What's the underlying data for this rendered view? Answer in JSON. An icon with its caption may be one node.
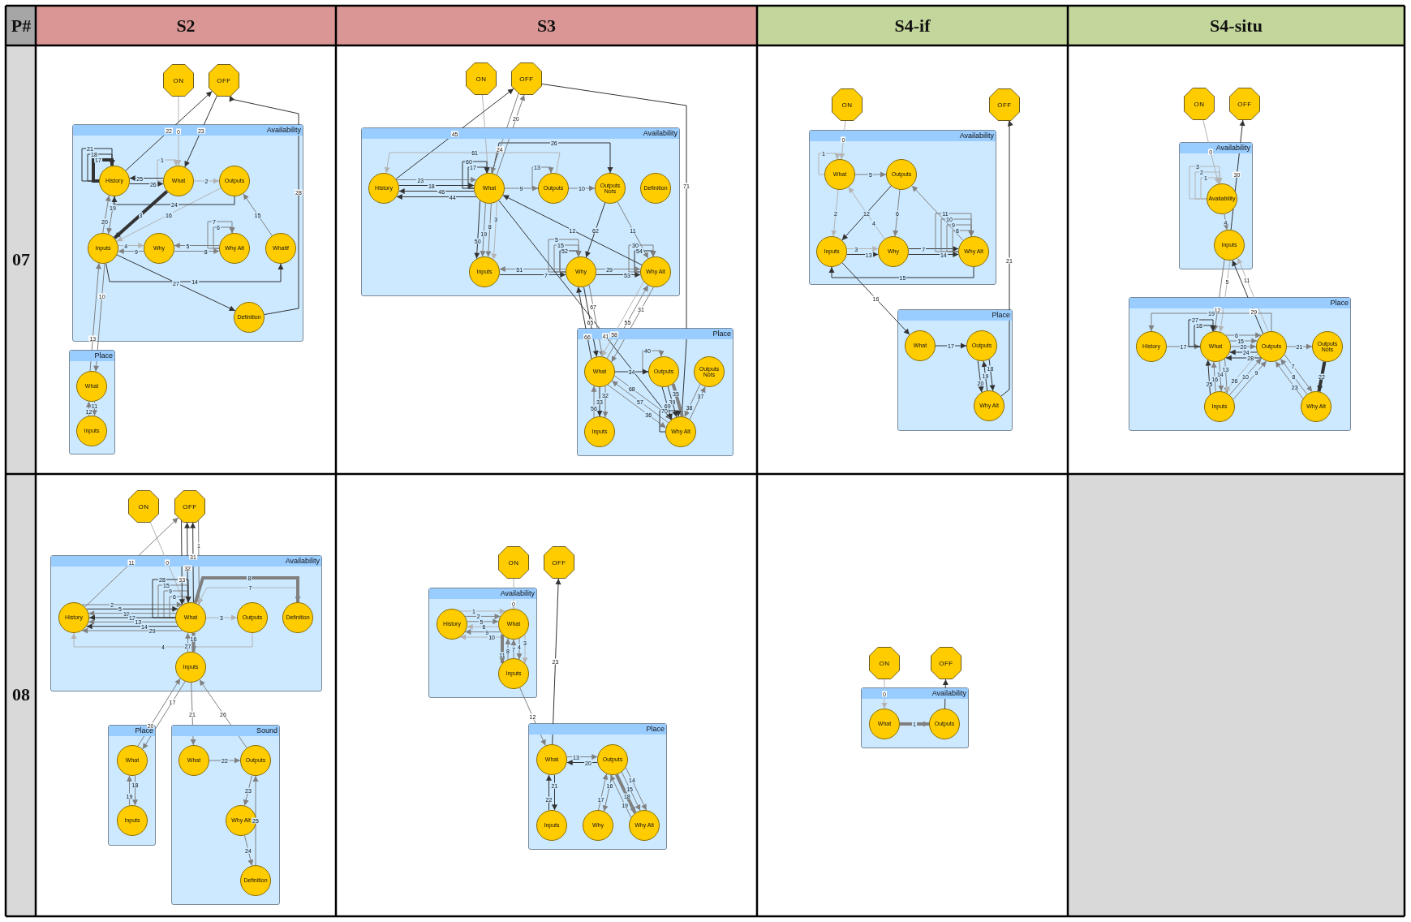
{
  "diagram": {
    "nodes": [
      {
        "text": [
          "ON"
        ]
      },
      {
        "text": [
          "OFF"
        ]
      },
      {
        "text": [
          "Availability"
        ]
      },
      {
        "text": [
          "History"
        ],
        "in": 2
      },
      {
        "text": [
          "What"
        ],
        "in": 2
      },
      {
        "text": [
          "Outputs"
        ],
        "in": 2
      },
      {
        "text": [
          "Inputs"
        ],
        "in": 2
      },
      {
        "text": [
          "Why"
        ],
        "in": 2
      },
      {
        "text": [
          "Why Alt"
        ],
        "in": 2
      },
      {
        "text": [
          "Whatif"
        ],
        "in": 2
      },
      {
        "text": [
          "Definition"
        ],
        "in": 2
      },
      {
        "text": [
          "Place"
        ]
      },
      {
        "text": [
          "What"
        ],
        "in": 11
      },
      {
        "text": [
          "Inputs"
        ],
        "in": 11
      },
      {
        "text": [
          "ON"
        ]
      },
      {
        "text": [
          "OFF"
        ]
      },
      {
        "text": [
          "Availability"
        ]
      },
      {
        "text": [
          "History"
        ],
        "in": 16
      },
      {
        "text": [
          "What"
        ],
        "in": 16
      },
      {
        "text": [
          "Outputs"
        ],
        "in": 16
      },
      {
        "text": [
          "Outputs Nots"
        ],
        "in": 16
      },
      {
        "text": [
          "Definition"
        ],
        "in": 16
      },
      {
        "text": [
          "Inputs"
        ],
        "in": 16
      },
      {
        "text": [
          "Why"
        ],
        "in": 16
      },
      {
        "text": [
          "Why Alt"
        ],
        "in": 16
      },
      {
        "text": [
          "Place"
        ]
      },
      {
        "text": [
          "What"
        ],
        "in": 25
      },
      {
        "text": [
          "Outputs"
        ],
        "in": 25
      },
      {
        "text": [
          "Outputs Nots"
        ],
        "in": 25
      },
      {
        "text": [
          "Inputs"
        ],
        "in": 25
      },
      {
        "text": [
          "Why Alt"
        ],
        "in": 25
      },
      {
        "text": [
          "ON"
        ]
      },
      {
        "text": [
          "OFF"
        ]
      },
      {
        "text": [
          "Availability"
        ]
      },
      {
        "text": [
          "What"
        ],
        "in": 33
      },
      {
        "text": [
          "Outputs"
        ],
        "in": 33
      },
      {
        "text": [
          "Inputs"
        ],
        "in": 33
      },
      {
        "text": [
          "Why"
        ],
        "in": 33
      },
      {
        "text": [
          "Why Alt"
        ],
        "in": 33
      },
      {
        "text": [
          "Place"
        ]
      },
      {
        "text": [
          "What"
        ],
        "in": 39
      },
      {
        "text": [
          "Outputs"
        ],
        "in": 39
      },
      {
        "text": [
          "Why Alt"
        ],
        "in": 39
      },
      {
        "text": [
          "ON"
        ]
      },
      {
        "text": [
          "OFF"
        ]
      },
      {
        "text": [
          "Availability"
        ]
      },
      {
        "text": [
          "Availability"
        ],
        "in": 45
      },
      {
        "text": [
          "Inputs"
        ],
        "in": 45
      },
      {
        "text": [
          "Place"
        ]
      },
      {
        "text": [
          "History"
        ],
        "in": 48
      },
      {
        "text": [
          "What"
        ],
        "in": 48
      },
      {
        "text": [
          "Outputs"
        ],
        "in": 48
      },
      {
        "text": [
          "Outputs Nots"
        ],
        "in": 48
      },
      {
        "text": [
          "Inputs"
        ],
        "in": 48
      },
      {
        "text": [
          "Why Alt"
        ],
        "in": 48
      },
      {
        "text": [
          "ON"
        ]
      },
      {
        "text": [
          "OFF"
        ]
      },
      {
        "text": [
          "Availability"
        ]
      },
      {
        "text": [
          "History"
        ],
        "in": 57
      },
      {
        "text": [
          "What"
        ],
        "in": 57
      },
      {
        "text": [
          "Outputs"
        ],
        "in": 57
      },
      {
        "text": [
          "Definition"
        ],
        "in": 57
      },
      {
        "text": [
          "Inputs"
        ],
        "in": 57
      },
      {
        "text": [
          "Place"
        ]
      },
      {
        "text": [
          "What"
        ],
        "in": 63
      },
      {
        "text": [
          "Inputs"
        ],
        "in": 63
      },
      {
        "text": [
          "Sound"
        ]
      },
      {
        "text": [
          "What"
        ],
        "in": 66
      },
      {
        "text": [
          "Outputs"
        ],
        "in": 66
      },
      {
        "text": [
          "Why Alt"
        ],
        "in": 66
      },
      {
        "text": [
          "Definition"
        ],
        "in": 66
      },
      {
        "text": [
          "ON"
        ]
      },
      {
        "text": [
          "OFF"
        ]
      },
      {
        "text": [
          "Availability"
        ]
      },
      {
        "text": [
          "History"
        ],
        "in": 73
      },
      {
        "text": [
          "What"
        ],
        "in": 73
      },
      {
        "text": [
          "Inputs"
        ],
        "in": 73
      },
      {
        "text": [
          "Place"
        ]
      },
      {
        "text": [
          "What"
        ],
        "in": 77
      },
      {
        "text": [
          "Outputs"
        ],
        "in": 77
      },
      {
        "text": [
          "Inputs"
        ],
        "in": 77
      },
      {
        "text": [
          "Why"
        ],
        "in": 77
      },
      {
        "text": [
          "Why Alt"
        ],
        "in": 77
      },
      {
        "text": [
          "ON"
        ]
      },
      {
        "text": [
          "OFF"
        ]
      },
      {
        "text": [
          "Availability"
        ]
      },
      {
        "text": [
          "What"
        ],
        "in": 85
      },
      {
        "text": [
          "Outputs"
        ],
        "in": 85
      }
    ],
    "edges": [
      {
        "from": 0,
        "to": 4,
        "arrow": "to",
        "label": "0",
        "color": "#b3b3b3"
      },
      {
        "from": 4,
        "to": 4,
        "arrow": "to",
        "label": "1",
        "color": "#b3b3b3"
      },
      {
        "from": 4,
        "to": 5,
        "arrow": "to",
        "label": "2",
        "color": "#b3b3b3"
      },
      {
        "from": 4,
        "to": 6,
        "arrow": "to",
        "label": "3",
        "style": "thick"
      },
      {
        "from": 6,
        "to": 7,
        "arrow": "to",
        "label": "4",
        "color": "#b3b3b3"
      },
      {
        "from": 8,
        "to": 7,
        "arrow": "to",
        "label": "5",
        "color": "#808080"
      },
      {
        "from": 8,
        "to": 8,
        "arrow": "to",
        "label": "6",
        "color": "#808080"
      },
      {
        "from": 8,
        "to": 8,
        "arrow": "to",
        "label": "7",
        "color": "#808080"
      },
      {
        "from": 7,
        "to": 8,
        "arrow": "to",
        "label": "8",
        "color": "#808080"
      },
      {
        "from": 7,
        "to": 6,
        "arrow": "to",
        "label": "9",
        "color": "#808080"
      },
      {
        "from": 6,
        "to": 12,
        "arrow": "to",
        "label": "10",
        "color": "#808080"
      },
      {
        "from": 12,
        "to": 13,
        "arrow": "to",
        "label": "11",
        "color": "#808080"
      },
      {
        "from": 13,
        "to": 12,
        "arrow": "to",
        "label": "12",
        "color": "#808080"
      },
      {
        "from": 12,
        "to": 6,
        "arrow": "to",
        "label": "13",
        "color": "#808080"
      },
      {
        "from": 6,
        "to": 9,
        "arrow": "to",
        "label": "14"
      },
      {
        "from": 9,
        "to": 5,
        "arrow": "to",
        "label": "15",
        "color": "#808080"
      },
      {
        "from": 5,
        "to": 6,
        "arrow": "to",
        "label": "16",
        "color": "#b3b3b3"
      },
      {
        "from": 3,
        "to": 3,
        "arrow": "to",
        "label": "17",
        "style": "thick"
      },
      {
        "from": 3,
        "to": 3,
        "arrow": "to",
        "label": "18"
      },
      {
        "from": 3,
        "to": 6,
        "arrow": "to",
        "label": "19",
        "color": "#808080"
      },
      {
        "from": 6,
        "to": 3,
        "arrow": "to",
        "label": "20",
        "color": "#808080"
      },
      {
        "from": 3,
        "to": 3,
        "arrow": "to",
        "label": "21"
      },
      {
        "from": 3,
        "to": 1,
        "arrow": "to",
        "label": "22"
      },
      {
        "from": 1,
        "to": 4,
        "arrow": "to",
        "label": "23"
      },
      {
        "from": 5,
        "to": 3,
        "arrow": "to",
        "label": "24"
      },
      {
        "from": 4,
        "to": 3,
        "arrow": "to",
        "label": "25"
      },
      {
        "from": 3,
        "to": 4,
        "arrow": "to",
        "label": "26"
      },
      {
        "from": 6,
        "to": 10,
        "arrow": "to",
        "label": "27"
      },
      {
        "from": 10,
        "to": 1,
        "arrow": "to",
        "label": "28"
      },
      {
        "from": 14,
        "to": 18,
        "arrow": "to",
        "color": "#b3b3b3"
      },
      {
        "from": 17,
        "to": 15,
        "arrow": "to",
        "label": "45"
      },
      {
        "from": 18,
        "to": 18,
        "arrow": "to",
        "label": "17"
      },
      {
        "from": 18,
        "to": 18,
        "arrow": "to",
        "label": "60"
      },
      {
        "from": 19,
        "to": 19,
        "arrow": "to",
        "label": "13",
        "color": "#808080"
      },
      {
        "from": 19,
        "to": 17,
        "arrow": "to",
        "label": "61",
        "color": "#b3b3b3"
      },
      {
        "from": 18,
        "to": 20,
        "arrow": "to",
        "label": "26"
      },
      {
        "from": 19,
        "to": 20,
        "arrow": "to",
        "label": "10",
        "color": "#808080"
      },
      {
        "from": 18,
        "to": 19,
        "arrow": "to",
        "label": "9",
        "color": "#808080"
      },
      {
        "from": 17,
        "to": 18,
        "arrow": "to",
        "label": "23",
        "color": "#808080"
      },
      {
        "from": 17,
        "to": 18,
        "arrow": "to",
        "label": "18"
      },
      {
        "from": 18,
        "to": 17,
        "arrow": "to",
        "label": "46"
      },
      {
        "from": 18,
        "to": 17,
        "arrow": "to",
        "label": "44"
      },
      {
        "from": 18,
        "to": 22,
        "arrow": "to",
        "label": "3",
        "color": "#b3b3b3"
      },
      {
        "from": 18,
        "to": 22,
        "arrow": "to",
        "label": "8",
        "color": "#808080"
      },
      {
        "from": 18,
        "to": 22,
        "arrow": "to",
        "label": "19",
        "color": "#808080"
      },
      {
        "from": 18,
        "to": 22,
        "arrow": "to",
        "label": "50"
      },
      {
        "from": 23,
        "to": 23,
        "arrow": "to",
        "label": "52"
      },
      {
        "from": 23,
        "to": 23,
        "arrow": "to",
        "label": "15",
        "color": "#808080"
      },
      {
        "from": 23,
        "to": 23,
        "arrow": "to",
        "label": "5",
        "color": "#808080"
      },
      {
        "from": 24,
        "to": 24,
        "arrow": "to",
        "label": "54"
      },
      {
        "from": 24,
        "to": 24,
        "arrow": "to",
        "label": "30",
        "color": "#808080"
      },
      {
        "from": 20,
        "to": 23,
        "arrow": "to",
        "label": "62"
      },
      {
        "from": 24,
        "to": 18,
        "arrow": "to",
        "label": "12"
      },
      {
        "from": 20,
        "to": 24,
        "arrow": "to",
        "label": "11",
        "color": "#808080"
      },
      {
        "from": 23,
        "to": 24,
        "arrow": "to",
        "label": "29",
        "color": "#808080"
      },
      {
        "from": 23,
        "to": 24,
        "arrow": "to",
        "label": "53"
      },
      {
        "from": 23,
        "to": 22,
        "arrow": "to",
        "label": "51",
        "color": "#808080"
      },
      {
        "from": 22,
        "to": 23,
        "arrow": "to",
        "label": "7"
      },
      {
        "from": 30,
        "to": 15,
        "arrow": "to",
        "label": "71"
      },
      {
        "from": 18,
        "to": 30,
        "arrow": "to",
        "label": "41"
      },
      {
        "from": 23,
        "to": 26,
        "arrow": "to",
        "label": "67",
        "color": "#808080"
      },
      {
        "from": 24,
        "to": 26,
        "arrow": "to",
        "label": "31",
        "color": "#808080"
      },
      {
        "from": 26,
        "to": 24,
        "arrow": "to",
        "label": "55",
        "color": "#808080"
      },
      {
        "from": 24,
        "to": 26,
        "arrow": "to",
        "label": "58",
        "color": "#b3b3b3"
      },
      {
        "from": 23,
        "to": 26,
        "arrow": "to",
        "label": "65"
      },
      {
        "from": 26,
        "to": 23,
        "arrow": "to",
        "label": "66"
      },
      {
        "from": 27,
        "to": 27,
        "arrow": "to",
        "label": "40",
        "color": "#808080"
      },
      {
        "from": 26,
        "to": 27,
        "arrow": "to",
        "label": "34"
      },
      {
        "from": 26,
        "to": 30,
        "arrow": "to",
        "label": "68",
        "color": "#808080"
      },
      {
        "from": 26,
        "to": 29,
        "arrow": "to",
        "label": "32",
        "color": "#808080"
      },
      {
        "from": 26,
        "to": 29,
        "arrow": "to",
        "label": "33"
      },
      {
        "from": 29,
        "to": 26,
        "arrow": "to",
        "label": "56",
        "color": "#808080"
      },
      {
        "from": 30,
        "to": 26,
        "arrow": "to",
        "label": "57",
        "color": "#808080"
      },
      {
        "from": 26,
        "to": 30,
        "arrow": "to",
        "label": "36",
        "color": "#808080"
      },
      {
        "from": 27,
        "to": 30,
        "arrow": "to",
        "label": "35",
        "color": "#808080",
        "style": "thick"
      },
      {
        "from": 27,
        "to": 30,
        "arrow": "to",
        "label": "39"
      },
      {
        "from": 30,
        "to": 30,
        "arrow": "to",
        "label": "70"
      },
      {
        "from": 27,
        "to": 30,
        "arrow": "to",
        "label": "69"
      },
      {
        "from": 30,
        "to": 28,
        "arrow": "to",
        "label": "37",
        "color": "#808080"
      },
      {
        "from": 28,
        "to": 30,
        "arrow": "to",
        "label": "38",
        "color": "#808080"
      },
      {
        "from": 18,
        "to": 15,
        "arrow": "to",
        "label": "20",
        "color": "#808080"
      },
      {
        "from": 15,
        "to": 18,
        "arrow": "to",
        "label": "24",
        "color": "#808080"
      },
      {
        "from": 31,
        "to": 34,
        "arrow": "to",
        "label": "0",
        "color": "#b3b3b3"
      },
      {
        "from": 34,
        "to": 34,
        "arrow": "to",
        "label": "1",
        "color": "#b3b3b3"
      },
      {
        "from": 34,
        "to": 36,
        "arrow": "to",
        "label": "2",
        "color": "#b3b3b3"
      },
      {
        "from": 36,
        "to": 37,
        "arrow": "to",
        "label": "3",
        "color": "#b3b3b3"
      },
      {
        "from": 37,
        "to": 34,
        "arrow": "to",
        "label": "4",
        "color": "#b3b3b3"
      },
      {
        "from": 34,
        "to": 35,
        "arrow": "to",
        "label": "5",
        "color": "#808080"
      },
      {
        "from": 35,
        "to": 37,
        "arrow": "to",
        "label": "6",
        "color": "#808080"
      },
      {
        "from": 37,
        "to": 38,
        "arrow": "to",
        "label": "7"
      },
      {
        "from": 38,
        "to": 38,
        "arrow": "to",
        "label": "8",
        "color": "#808080"
      },
      {
        "from": 38,
        "to": 38,
        "arrow": "to",
        "label": "9",
        "color": "#808080"
      },
      {
        "from": 38,
        "to": 38,
        "arrow": "to",
        "label": "10",
        "color": "#808080"
      },
      {
        "from": 38,
        "to": 38,
        "arrow": "to",
        "label": "11",
        "color": "#808080"
      },
      {
        "from": 35,
        "to": 36,
        "arrow": "to",
        "label": "12"
      },
      {
        "from": 36,
        "to": 37,
        "arrow": "to",
        "label": "13"
      },
      {
        "from": 37,
        "to": 38,
        "arrow": "to",
        "label": "14"
      },
      {
        "from": 38,
        "to": 36,
        "arrow": "to",
        "label": "15"
      },
      {
        "from": 36,
        "to": 40,
        "arrow": "to",
        "label": "16"
      },
      {
        "from": 40,
        "to": 41,
        "arrow": "to",
        "label": "17"
      },
      {
        "from": 41,
        "to": 42,
        "arrow": "to",
        "label": "18"
      },
      {
        "from": 42,
        "to": 41,
        "arrow": "to",
        "label": "19"
      },
      {
        "from": 41,
        "to": 42,
        "arrow": "to",
        "label": "20"
      },
      {
        "from": 42,
        "to": 32,
        "arrow": "to",
        "label": "21"
      },
      {
        "from": 38,
        "to": 35,
        "arrow": "to",
        "color": "#808080"
      },
      {
        "from": 43,
        "to": 46,
        "arrow": "to",
        "label": "0",
        "color": "#b3b3b3"
      },
      {
        "from": 46,
        "to": 46,
        "arrow": "to",
        "label": "1",
        "color": "#b3b3b3"
      },
      {
        "from": 46,
        "to": 46,
        "arrow": "to",
        "label": "2",
        "color": "#b3b3b3"
      },
      {
        "from": 46,
        "to": 46,
        "arrow": "to",
        "label": "3",
        "color": "#b3b3b3"
      },
      {
        "from": 46,
        "to": 47,
        "arrow": "to",
        "label": "4",
        "color": "#808080"
      },
      {
        "from": 47,
        "to": 50,
        "arrow": "to",
        "label": "5",
        "color": "#b3b3b3"
      },
      {
        "from": 50,
        "to": 51,
        "arrow": "to",
        "label": "6",
        "color": "#808080"
      },
      {
        "from": 51,
        "to": 54,
        "arrow": "to",
        "label": "7",
        "color": "#808080"
      },
      {
        "from": 54,
        "to": 51,
        "arrow": "to",
        "label": "8",
        "color": "#808080"
      },
      {
        "from": 53,
        "to": 51,
        "arrow": "to",
        "label": "9",
        "color": "#808080"
      },
      {
        "from": 53,
        "to": 51,
        "arrow": "to",
        "label": "10",
        "color": "#808080"
      },
      {
        "from": 51,
        "to": 47,
        "arrow": "to",
        "label": "11",
        "color": "#b3b3b3"
      },
      {
        "from": 47,
        "to": 50,
        "arrow": "to",
        "label": "12",
        "color": "#808080"
      },
      {
        "from": 50,
        "to": 53,
        "arrow": "to",
        "label": "13",
        "color": "#808080"
      },
      {
        "from": 50,
        "to": 53,
        "arrow": "to",
        "label": "14",
        "color": "#808080"
      },
      {
        "from": 50,
        "to": 51,
        "arrow": "to",
        "label": "15",
        "color": "#808080"
      },
      {
        "from": 53,
        "to": 50,
        "arrow": "to",
        "label": "16",
        "color": "#808080"
      },
      {
        "from": 49,
        "to": 50,
        "arrow": "to",
        "label": "17",
        "color": "#808080"
      },
      {
        "from": 50,
        "to": 50,
        "arrow": "to",
        "label": "18"
      },
      {
        "from": 51,
        "to": 49,
        "arrow": "to",
        "label": "19",
        "color": "#808080"
      },
      {
        "from": 50,
        "to": 51,
        "arrow": "to",
        "label": "20",
        "color": "#808080"
      },
      {
        "from": 51,
        "to": 52,
        "arrow": "to",
        "label": "21",
        "color": "#808080"
      },
      {
        "from": 52,
        "to": 54,
        "arrow": "to",
        "label": "22",
        "style": "thick"
      },
      {
        "from": 54,
        "to": 51,
        "arrow": "to",
        "label": "23",
        "color": "#808080"
      },
      {
        "from": 51,
        "to": 50,
        "arrow": "to",
        "label": "24"
      },
      {
        "from": 53,
        "to": 50,
        "arrow": "to",
        "label": "25"
      },
      {
        "from": 51,
        "to": 53,
        "arrow": "to",
        "label": "26",
        "color": "#b3b3b3"
      },
      {
        "from": 50,
        "to": 50,
        "arrow": "to",
        "label": "27"
      },
      {
        "from": 51,
        "to": 50,
        "arrow": "to",
        "label": "28"
      },
      {
        "from": 51,
        "to": 47,
        "arrow": "to",
        "label": "29"
      },
      {
        "from": 47,
        "to": 44,
        "arrow": "to",
        "label": "30"
      },
      {
        "from": 55,
        "to": 59,
        "arrow": "to",
        "label": "0",
        "color": "#b3b3b3"
      },
      {
        "from": 56,
        "to": 59,
        "arrow": "to",
        "label": "1",
        "color": "#808080"
      },
      {
        "from": 58,
        "to": 59,
        "arrow": "to",
        "label": "2",
        "color": "#808080"
      },
      {
        "from": 59,
        "to": 60,
        "arrow": "to",
        "label": "3",
        "color": "#b3b3b3"
      },
      {
        "from": 60,
        "to": 58,
        "arrow": "to",
        "label": "4",
        "color": "#b3b3b3"
      },
      {
        "from": 58,
        "to": 59,
        "arrow": "to",
        "label": "5"
      },
      {
        "from": 59,
        "to": 59,
        "arrow": "to",
        "label": "6",
        "color": "#808080"
      },
      {
        "from": 61,
        "to": 59,
        "arrow": "to",
        "label": "7",
        "color": "#b3b3b3"
      },
      {
        "from": 59,
        "to": 61,
        "arrow": "to",
        "label": "8",
        "color": "#808080",
        "style": "thick"
      },
      {
        "from": 59,
        "to": 59,
        "arrow": "to",
        "label": "9",
        "color": "#808080"
      },
      {
        "from": 59,
        "to": 58,
        "arrow": "to",
        "label": "10",
        "color": "#808080"
      },
      {
        "from": 58,
        "to": 56,
        "arrow": "to",
        "label": "11",
        "color": "#808080"
      },
      {
        "from": 59,
        "to": 58,
        "arrow": "to",
        "label": "12"
      },
      {
        "from": 59,
        "to": 58,
        "arrow": "to",
        "label": "13",
        "color": "#808080"
      },
      {
        "from": 59,
        "to": 58,
        "arrow": "to",
        "label": "14"
      },
      {
        "from": 59,
        "to": 59,
        "arrow": "to",
        "label": "15",
        "color": "#808080"
      },
      {
        "from": 59,
        "to": 62,
        "arrow": "to",
        "label": "16",
        "color": "#808080",
        "style": "thick"
      },
      {
        "from": 62,
        "to": 64,
        "arrow": "to",
        "label": "17",
        "color": "#808080"
      },
      {
        "from": 64,
        "to": 65,
        "arrow": "to",
        "label": "18",
        "color": "#808080"
      },
      {
        "from": 65,
        "to": 64,
        "arrow": "to",
        "label": "19",
        "color": "#808080"
      },
      {
        "from": 64,
        "to": 62,
        "arrow": "to",
        "label": "20",
        "color": "#808080"
      },
      {
        "from": 62,
        "to": 67,
        "arrow": "to",
        "label": "21",
        "color": "#808080"
      },
      {
        "from": 67,
        "to": 68,
        "arrow": "to",
        "label": "22",
        "color": "#808080"
      },
      {
        "from": 68,
        "to": 69,
        "arrow": "to",
        "label": "23",
        "color": "#808080"
      },
      {
        "from": 69,
        "to": 70,
        "arrow": "to",
        "label": "24",
        "color": "#808080"
      },
      {
        "from": 70,
        "to": 68,
        "arrow": "to",
        "label": "25",
        "color": "#808080"
      },
      {
        "from": 68,
        "to": 62,
        "arrow": "to",
        "label": "26",
        "color": "#808080"
      },
      {
        "from": 62,
        "to": 59,
        "arrow": "to",
        "label": "27",
        "color": "#808080"
      },
      {
        "from": 59,
        "to": 59,
        "arrow": "to",
        "label": "28"
      },
      {
        "from": 59,
        "to": 58,
        "arrow": "to",
        "label": "29",
        "color": "#808080"
      },
      {
        "from": 59,
        "to": 56,
        "arrow": "to",
        "label": "31"
      },
      {
        "from": 59,
        "to": 56,
        "arrow": "to",
        "label": "32"
      },
      {
        "from": 56,
        "to": 59,
        "arrow": "to",
        "label": "33"
      },
      {
        "from": 71,
        "to": 75,
        "arrow": "to",
        "label": "0",
        "color": "#b3b3b3"
      },
      {
        "from": 74,
        "to": 75,
        "arrow": "to",
        "label": "1",
        "color": "#b3b3b3"
      },
      {
        "from": 74,
        "to": 75,
        "arrow": "to",
        "label": "2",
        "color": "#808080"
      },
      {
        "from": 75,
        "to": 76,
        "arrow": "to",
        "label": "3",
        "color": "#b3b3b3"
      },
      {
        "from": 75,
        "to": 76,
        "arrow": "to",
        "label": "4",
        "color": "#808080"
      },
      {
        "from": 74,
        "to": 75,
        "arrow": "to",
        "label": "5",
        "color": "#808080"
      },
      {
        "from": 75,
        "to": 74,
        "arrow": "to",
        "label": "6",
        "color": "#b3b3b3"
      },
      {
        "from": 76,
        "to": 75,
        "arrow": "to",
        "label": "7",
        "color": "#808080"
      },
      {
        "from": 76,
        "to": 75,
        "arrow": "to",
        "label": "8",
        "color": "#808080"
      },
      {
        "from": 75,
        "to": 74,
        "arrow": "to",
        "label": "9",
        "color": "#808080"
      },
      {
        "from": 75,
        "to": 74,
        "arrow": "to",
        "label": "10",
        "color": "#b3b3b3"
      },
      {
        "from": 75,
        "to": 76,
        "arrow": "to",
        "label": "11",
        "color": "#808080",
        "style": "thick"
      },
      {
        "from": 76,
        "to": 78,
        "arrow": "to",
        "label": "12",
        "color": "#808080"
      },
      {
        "from": 78,
        "to": 79,
        "arrow": "to",
        "label": "13",
        "color": "#808080"
      },
      {
        "from": 79,
        "to": 82,
        "arrow": "to",
        "label": "14",
        "color": "#808080"
      },
      {
        "from": 79,
        "to": 82,
        "arrow": "to",
        "label": "15",
        "color": "#808080"
      },
      {
        "from": 79,
        "to": 81,
        "arrow": "to",
        "label": "16",
        "color": "#808080"
      },
      {
        "from": 81,
        "to": 79,
        "arrow": "to",
        "label": "17",
        "color": "#808080"
      },
      {
        "from": 79,
        "to": 82,
        "arrow": "to",
        "label": "18",
        "color": "#808080",
        "style": "thick"
      },
      {
        "from": 82,
        "to": 79,
        "arrow": "to",
        "label": "19",
        "color": "#808080"
      },
      {
        "from": 79,
        "to": 78,
        "arrow": "to",
        "label": "20"
      },
      {
        "from": 78,
        "to": 80,
        "arrow": "to",
        "label": "21"
      },
      {
        "from": 80,
        "to": 78,
        "arrow": "to",
        "label": "22"
      },
      {
        "from": 78,
        "to": 72,
        "arrow": "to",
        "label": "23"
      },
      {
        "from": 83,
        "to": 86,
        "arrow": "to",
        "label": "0",
        "color": "#b3b3b3"
      },
      {
        "from": 86,
        "to": 87,
        "arrow": "to",
        "label": "1",
        "color": "#808080",
        "style": "thick"
      },
      {
        "from": 87,
        "to": 84,
        "arrow": "to"
      }
    ],
    "labels": [
      "P#",
      "S2",
      "S3",
      "S4-if",
      "S4-situ",
      "07",
      "08"
    ]
  }
}
